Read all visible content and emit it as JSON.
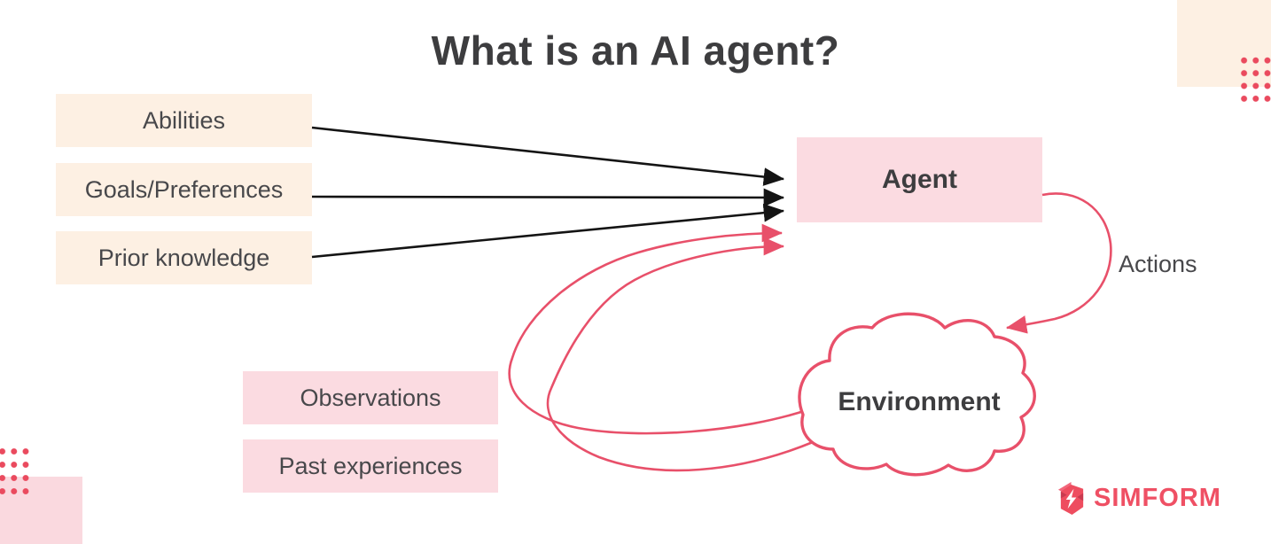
{
  "title": "What is an AI agent?",
  "inputs": [
    {
      "label": "Abilities"
    },
    {
      "label": "Goals/Preferences"
    },
    {
      "label": "Prior knowledge"
    }
  ],
  "agent": {
    "label": "Agent"
  },
  "environment": {
    "label": "Environment"
  },
  "actions": {
    "label": "Actions"
  },
  "feedback": [
    {
      "label": "Observations"
    },
    {
      "label": "Past experiences"
    }
  ],
  "logo": {
    "text": "SIMFORM",
    "icon": "simform-s-mark-icon"
  },
  "colors": {
    "cream_box": "#fdf0e3",
    "pink_box": "#fbdbe1",
    "pink_square": "#fad9df",
    "dot_red": "#ea4a5e",
    "line_pink": "#e8506a",
    "arrow_black": "#141414",
    "title_text": "#3d3d3f",
    "label_text": "#48484b",
    "logo_red": "#ef5064"
  }
}
